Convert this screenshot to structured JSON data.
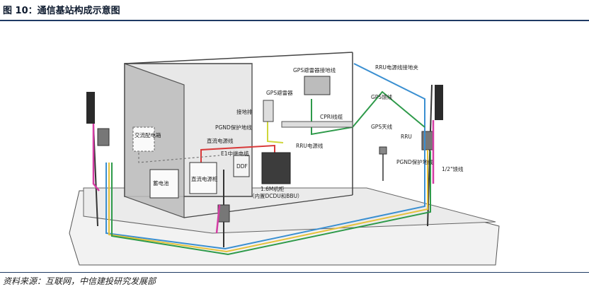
{
  "header": {
    "title": "图 10：通信基站构成示意图"
  },
  "footer": {
    "source": "资料来源：互联网，中信建投研究发展部"
  },
  "diagram": {
    "labels": {
      "gps_arrester_ground": "GPS避雷器接地线",
      "rru_power_ground_clamp": "RRU电源线接地夹",
      "gps_arrester": "GPS避雷器",
      "gps_feeder": "GPS馈线",
      "ground_bar": "接地排",
      "cpri_cable": "CPRI线缆",
      "pgnd_ground": "PGND保护地线",
      "gps_antenna": "GPS天线",
      "ac_box": "交流配电箱",
      "rru": "RRU",
      "dc_power_cable": "直流电源线",
      "rru_power_cable": "RRU电源线",
      "e1_relay": "E1中继电缆",
      "pgnd_ground_2": "PGND保护地线",
      "feeder_half": "1/2\"馈线",
      "battery": "蓄电池",
      "dc_power": "直流电源柜",
      "ddf": "DDF",
      "bbu_cabinet": "1.6M机柜",
      "bbu_cabinet_note": "（内置DCDU和BBU）"
    }
  }
}
